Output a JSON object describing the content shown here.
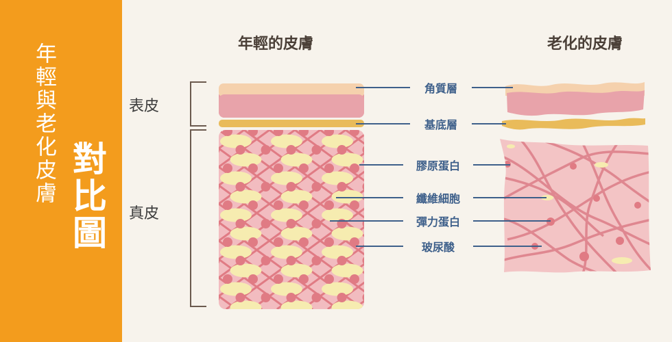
{
  "sidebar": {
    "subtitle": "年輕與老化皮膚",
    "title": "對比圖"
  },
  "columns": {
    "young": "年輕的皮膚",
    "aged": "老化的皮膚"
  },
  "layers": {
    "epidermis": "表皮",
    "dermis": "真皮"
  },
  "labels": {
    "stratum_corneum": "角質層",
    "basal_layer": "基底層",
    "collagen": "膠原蛋白",
    "fibroblast": "纖維細胞",
    "elastin": "彈力蛋白",
    "hyaluronic_acid": "玻尿酸"
  },
  "colors": {
    "sidebar": "#f39c1d",
    "leader_line": "#3d5f8a",
    "label_text": "#3d5f8a",
    "dermis_fill": "#f2bcc0",
    "fiber": "#e07b84",
    "cell": "#f6ecb0",
    "corneum_top": "#f5d1ad",
    "basal": "#e9bb5a"
  }
}
